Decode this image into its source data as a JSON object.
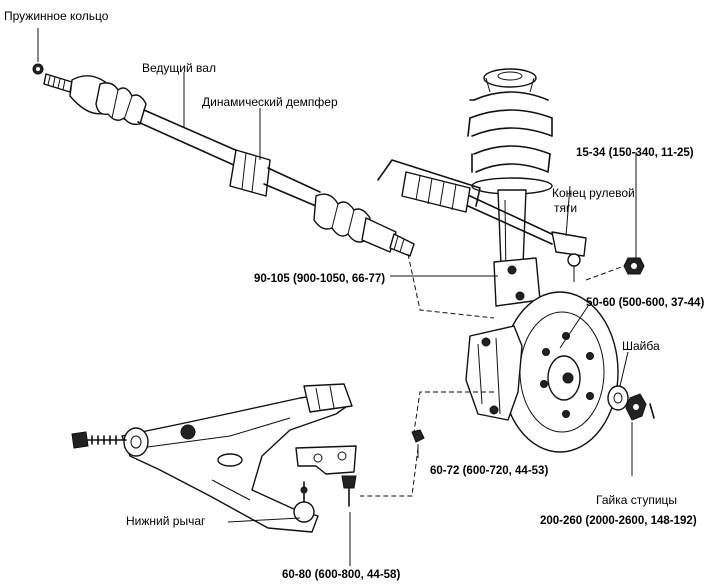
{
  "labels": {
    "snap_ring": "Пружинное кольцо",
    "drive_shaft": "Ведущий вал",
    "dynamic_damper": "Динамический демпфер",
    "tie_rod_end_line1": "Конец рулевой",
    "tie_rod_end_line2": "тяги",
    "washer": "Шайба",
    "lower_arm": "Нижний рычаг",
    "hub_nut_line1": "Гайка ступицы"
  },
  "torques": {
    "tie_rod_nut": "15-34 (150-340, 11-25)",
    "strut_bolts": "90-105 (900-1050, 66-77)",
    "wheel_nuts": "50-60 (500-600, 37-44)",
    "caliper_bolts": "60-72 (600-720, 44-53)",
    "hub_nut": "200-260  (2000-2600, 148-192)",
    "ball_joint_bolts": "60-80 (600-800, 44-58)"
  }
}
